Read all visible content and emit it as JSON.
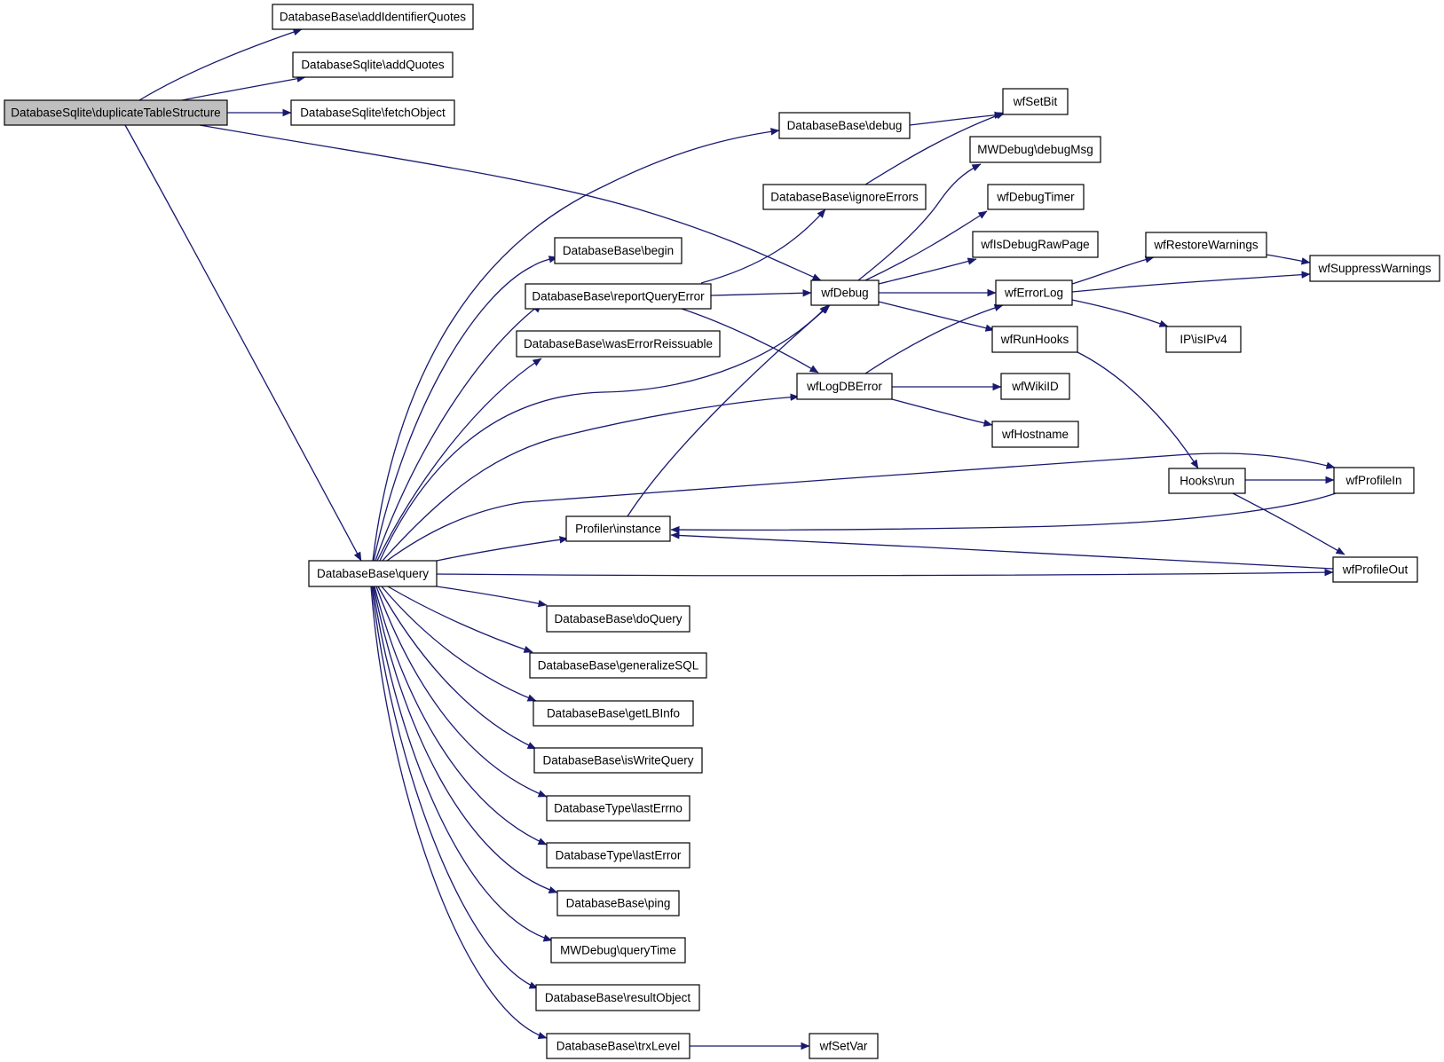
{
  "diagram": {
    "edge_color": "#191970",
    "root_fill": "#bfbfbf",
    "nodes": [
      {
        "id": "duplicateTableStructure",
        "label": "DatabaseSqlite\\duplicateTableStructure",
        "root": true
      },
      {
        "id": "addIdentifierQuotes",
        "label": "DatabaseBase\\addIdentifierQuotes"
      },
      {
        "id": "addQuotes",
        "label": "DatabaseSqlite\\addQuotes"
      },
      {
        "id": "fetchObject",
        "label": "DatabaseSqlite\\fetchObject"
      },
      {
        "id": "query",
        "label": "DatabaseBase\\query"
      },
      {
        "id": "debug",
        "label": "DatabaseBase\\debug"
      },
      {
        "id": "ignoreErrors",
        "label": "DatabaseBase\\ignoreErrors"
      },
      {
        "id": "begin",
        "label": "DatabaseBase\\begin"
      },
      {
        "id": "reportQueryError",
        "label": "DatabaseBase\\reportQueryError"
      },
      {
        "id": "wasErrorReissuable",
        "label": "DatabaseBase\\wasErrorReissuable"
      },
      {
        "id": "wfDebug",
        "label": "wfDebug"
      },
      {
        "id": "wfLogDBError",
        "label": "wfLogDBError"
      },
      {
        "id": "profilerInstance",
        "label": "Profiler\\instance"
      },
      {
        "id": "doQuery",
        "label": "DatabaseBase\\doQuery"
      },
      {
        "id": "generalizeSQL",
        "label": "DatabaseBase\\generalizeSQL"
      },
      {
        "id": "getLBInfo",
        "label": "DatabaseBase\\getLBInfo"
      },
      {
        "id": "isWriteQuery",
        "label": "DatabaseBase\\isWriteQuery"
      },
      {
        "id": "lastErrno",
        "label": "DatabaseType\\lastErrno"
      },
      {
        "id": "lastError",
        "label": "DatabaseType\\lastError"
      },
      {
        "id": "ping",
        "label": "DatabaseBase\\ping"
      },
      {
        "id": "queryTime",
        "label": "MWDebug\\queryTime"
      },
      {
        "id": "resultObject",
        "label": "DatabaseBase\\resultObject"
      },
      {
        "id": "trxLevel",
        "label": "DatabaseBase\\trxLevel"
      },
      {
        "id": "wfSetVar",
        "label": "wfSetVar"
      },
      {
        "id": "wfSetBit",
        "label": "wfSetBit"
      },
      {
        "id": "debugMsg",
        "label": "MWDebug\\debugMsg"
      },
      {
        "id": "wfDebugTimer",
        "label": "wfDebugTimer"
      },
      {
        "id": "wfIsDebugRawPage",
        "label": "wfIsDebugRawPage"
      },
      {
        "id": "wfErrorLog",
        "label": "wfErrorLog"
      },
      {
        "id": "wfRunHooks",
        "label": "wfRunHooks"
      },
      {
        "id": "wfWikiID",
        "label": "wfWikiID"
      },
      {
        "id": "wfHostname",
        "label": "wfHostname"
      },
      {
        "id": "wfRestoreWarnings",
        "label": "wfRestoreWarnings"
      },
      {
        "id": "wfSuppressWarnings",
        "label": "wfSuppressWarnings"
      },
      {
        "id": "isIPv4",
        "label": "IP\\isIPv4"
      },
      {
        "id": "hooksRun",
        "label": "Hooks\\run"
      },
      {
        "id": "wfProfileIn",
        "label": "wfProfileIn"
      },
      {
        "id": "wfProfileOut",
        "label": "wfProfileOut"
      }
    ],
    "edges": [
      {
        "from": "duplicateTableStructure",
        "to": "addIdentifierQuotes"
      },
      {
        "from": "duplicateTableStructure",
        "to": "addQuotes"
      },
      {
        "from": "duplicateTableStructure",
        "to": "fetchObject"
      },
      {
        "from": "duplicateTableStructure",
        "to": "wfDebug"
      },
      {
        "from": "duplicateTableStructure",
        "to": "query"
      },
      {
        "from": "query",
        "to": "debug"
      },
      {
        "from": "query",
        "to": "begin"
      },
      {
        "from": "query",
        "to": "reportQueryError"
      },
      {
        "from": "query",
        "to": "wasErrorReissuable"
      },
      {
        "from": "query",
        "to": "wfDebug"
      },
      {
        "from": "query",
        "to": "wfLogDBError"
      },
      {
        "from": "query",
        "to": "wfProfileIn"
      },
      {
        "from": "query",
        "to": "profilerInstance"
      },
      {
        "from": "query",
        "to": "wfProfileOut"
      },
      {
        "from": "query",
        "to": "doQuery"
      },
      {
        "from": "query",
        "to": "generalizeSQL"
      },
      {
        "from": "query",
        "to": "getLBInfo"
      },
      {
        "from": "query",
        "to": "isWriteQuery"
      },
      {
        "from": "query",
        "to": "lastErrno"
      },
      {
        "from": "query",
        "to": "lastError"
      },
      {
        "from": "query",
        "to": "ping"
      },
      {
        "from": "query",
        "to": "queryTime"
      },
      {
        "from": "query",
        "to": "resultObject"
      },
      {
        "from": "query",
        "to": "trxLevel"
      },
      {
        "from": "debug",
        "to": "wfSetBit"
      },
      {
        "from": "ignoreErrors",
        "to": "wfSetBit"
      },
      {
        "from": "reportQueryError",
        "to": "ignoreErrors"
      },
      {
        "from": "reportQueryError",
        "to": "wfDebug"
      },
      {
        "from": "reportQueryError",
        "to": "wfLogDBError"
      },
      {
        "from": "profilerInstance",
        "to": "wfDebug"
      },
      {
        "from": "wfDebug",
        "to": "debugMsg"
      },
      {
        "from": "wfDebug",
        "to": "wfDebugTimer"
      },
      {
        "from": "wfDebug",
        "to": "wfIsDebugRawPage"
      },
      {
        "from": "wfDebug",
        "to": "wfErrorLog"
      },
      {
        "from": "wfDebug",
        "to": "wfRunHooks"
      },
      {
        "from": "wfLogDBError",
        "to": "wfErrorLog"
      },
      {
        "from": "wfLogDBError",
        "to": "wfWikiID"
      },
      {
        "from": "wfLogDBError",
        "to": "wfHostname"
      },
      {
        "from": "wfErrorLog",
        "to": "wfRestoreWarnings"
      },
      {
        "from": "wfErrorLog",
        "to": "wfSuppressWarnings"
      },
      {
        "from": "wfErrorLog",
        "to": "isIPv4"
      },
      {
        "from": "wfRestoreWarnings",
        "to": "wfSuppressWarnings"
      },
      {
        "from": "wfRunHooks",
        "to": "hooksRun"
      },
      {
        "from": "hooksRun",
        "to": "wfProfileIn"
      },
      {
        "from": "hooksRun",
        "to": "wfProfileOut"
      },
      {
        "from": "wfProfileIn",
        "to": "profilerInstance"
      },
      {
        "from": "wfProfileOut",
        "to": "profilerInstance"
      },
      {
        "from": "trxLevel",
        "to": "wfSetVar"
      }
    ]
  }
}
